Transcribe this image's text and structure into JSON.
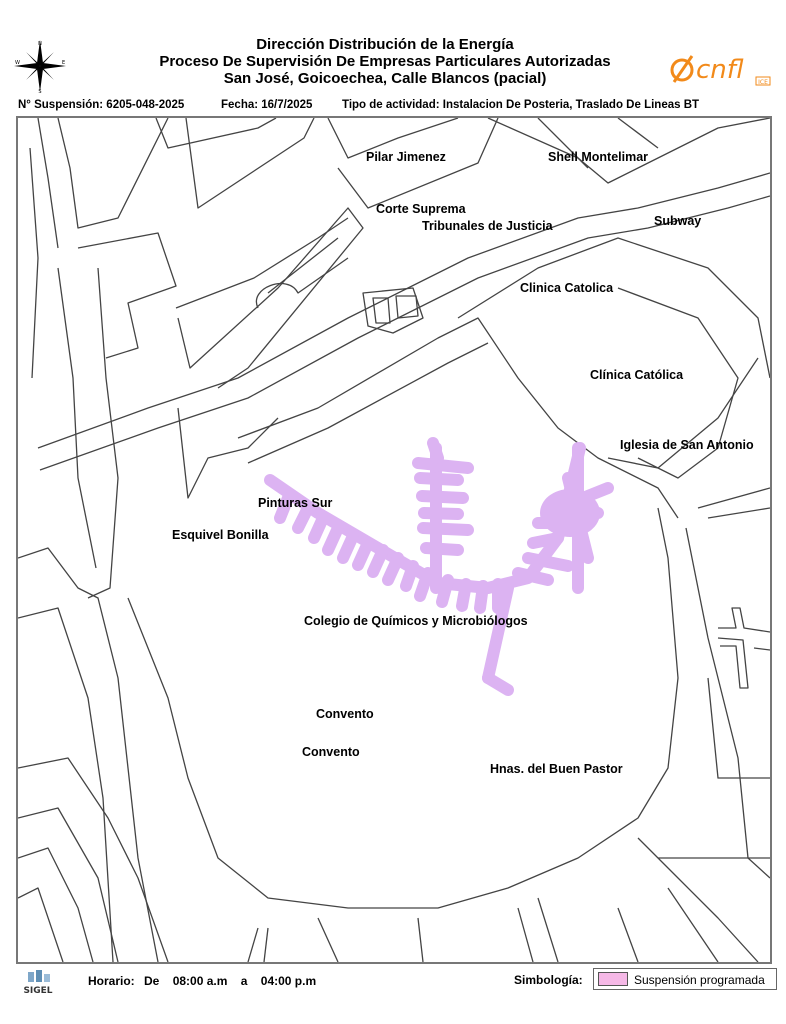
{
  "header": {
    "title_lines": [
      "Dirección Distribución de la Energía",
      "Proceso De Supervisión De Empresas Particulares Autorizadas",
      "San José, Goicoechea, Calle Blancos (pacial)"
    ],
    "compass_letters": {
      "n": "N",
      "s": "S",
      "e": "E",
      "w": "W"
    },
    "logo_text": "cnfl",
    "logo_badge": "ICE",
    "logo_color": "#f28a1a"
  },
  "info": {
    "suspension": "N° Suspensión: 6205-048-2025",
    "fecha": "Fecha: 16/7/2025",
    "tipo": "Tipo de actividad: Instalacion De Posteria, Traslado De Lineas BT"
  },
  "map": {
    "suspension_color": "#dcb3f2",
    "suspension_stroke": "#c99ae8",
    "labels": [
      "Pilar Jimenez",
      "Shell Montelimar",
      "Corte Suprema",
      "Tribunales de Justicia",
      "Subway",
      "Clinica Catolica",
      "Clínica Católica",
      "Iglesia de San Antonio",
      "Pinturas Sur",
      "Esquivel Bonilla",
      "Colegio de Químicos y Microbiólogos",
      "Convento",
      "Convento",
      "Hnas. del Buen Pastor"
    ]
  },
  "footer": {
    "sigel": "SIGEL",
    "horario_label": "Horario:",
    "de_label": "De",
    "start_time": "08:00 a.m",
    "a_label": "a",
    "end_time": "04:00 p.m",
    "simbologia_label": "Simbología:",
    "legend_text": "Suspensión programada",
    "legend_color": "#f5b8e6"
  }
}
